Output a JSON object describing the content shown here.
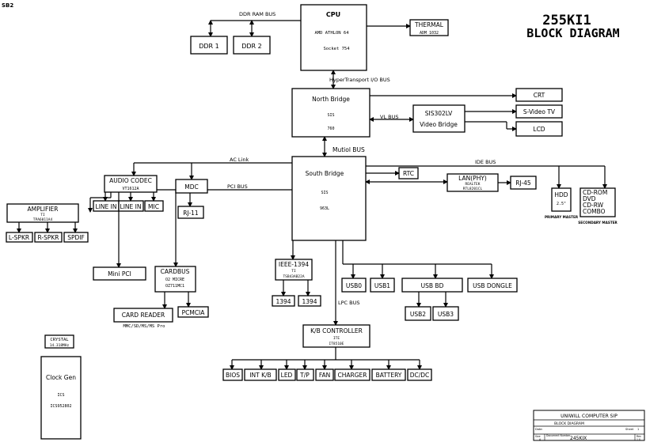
{
  "header": {
    "corner": "SB2",
    "title": "255KI1",
    "subtitle": "BLOCK DIAGRAM"
  },
  "buses": {
    "ddr": "DDR RAM BUS",
    "ht": "HyperTransport I/O BUS",
    "vl": "VL BUS",
    "mutiol": "Mutiol BUS",
    "ac": "AC Link",
    "pci": "PCI BUS",
    "ide": "IDE BUS",
    "lpc": "LPC BUS"
  },
  "blocks": {
    "cpu": {
      "name": "CPU",
      "l1": "AMD ATHLON 64",
      "l2": "Socket 754"
    },
    "thermal": {
      "name": "THERMAL",
      "sub": "ADM 1032"
    },
    "ddr1": "DDR 1",
    "ddr2": "DDR 2",
    "nb": {
      "name": "North Bridge",
      "l1": "SIS",
      "l2": "760"
    },
    "sis302": {
      "name": "SIS302LV",
      "sub": "Video Bridge"
    },
    "crt": "CRT",
    "svideo": "S-Video TV",
    "lcd": "LCD",
    "sb": {
      "name": "South Bridge",
      "l1": "SIS",
      "l2": "963L"
    },
    "rtc": "RTC",
    "lan": {
      "name": "LAN(PHY)",
      "sub": "REALTEK",
      "sub2": "RTL8201CL"
    },
    "rj45": "RJ-45",
    "hdd": {
      "name": "HDD",
      "sub": "2.5\"",
      "note": "PRIMARY MASTER"
    },
    "cdrom": {
      "l1": "CD-ROM",
      "l2": "DVD",
      "l3": "CD-RW",
      "l4": "COMBO",
      "note": "SECONDARY MASTER"
    },
    "audio": {
      "name": "AUDIO CODEC",
      "sub": "VT1612A"
    },
    "mdc": "MDC",
    "rj11": "RJ-11",
    "linein1": "LINE IN",
    "linein2": "LINE IN",
    "mic": "MIC",
    "amp": {
      "name": "AMPLIFIER",
      "l1": "TI",
      "l2": "TPA6011A4"
    },
    "lspkr": "L-SPKR",
    "rspkr": "R-SPKR",
    "spdif": "SPDIF",
    "minipci": "Mini PCI",
    "cardbus": {
      "name": "CARDBUS",
      "l1": "O2 MICRE",
      "l2": "OZ711MC1"
    },
    "cardreader": {
      "name": "CARD READER",
      "sub": "MMC/SD/MS/MS Pro"
    },
    "pcmcia": "PCMCIA",
    "ieee": {
      "name": "IEEE-1394",
      "l1": "TI",
      "l2": "TSB43AB22A"
    },
    "p1394a": "1394",
    "p1394b": "1394",
    "usb0": "USB0",
    "usb1": "USB1",
    "usbbd": "USB BD",
    "usbdongle": "USB DONGLE",
    "usb2": "USB2",
    "usb3": "USB3",
    "kbc": {
      "name": "K/B CONTROLLER",
      "l1": "ITE",
      "l2": "IT8510E"
    },
    "bios": "BIOS",
    "intkb": "INT K/B",
    "led": "LED",
    "tp": "T/P",
    "fan": "FAN",
    "charger": "CHARGER",
    "battery": "BATTERY",
    "dcdc": "DC/DC",
    "crystal": {
      "name": "CRYSTAL",
      "sub": "14.318MHz"
    },
    "clock": {
      "name": "Clock Gen",
      "l1": "ICS",
      "l2": "ICS952802"
    }
  },
  "titleblock": {
    "company": "UNIWILL COMPUTER SIP",
    "sheet": "BLOCK DIAGRAM",
    "size_label": "Size",
    "size": "A",
    "docnum_label": "Document Number",
    "docnum": "245KIX",
    "rev_label": "Rev",
    "rev": "1.0",
    "date_label": "Date:",
    "sheet_label": "Sheet",
    "sheet_num": "1"
  }
}
